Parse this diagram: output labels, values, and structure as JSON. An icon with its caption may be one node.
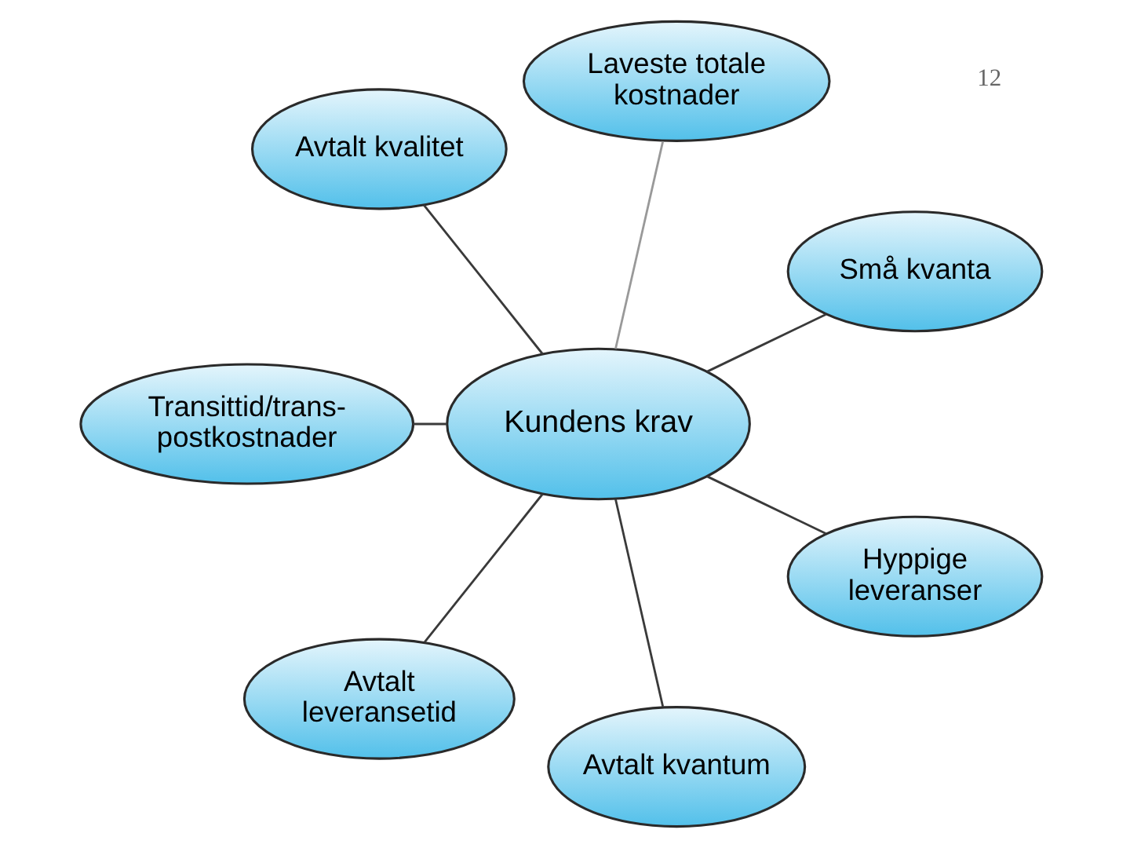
{
  "diagram": {
    "nodes": [
      {
        "text": [
          "Laveste totale kostnader"
        ]
      },
      {
        "text": [
          "Avtalt kvalitet"
        ]
      },
      {
        "text": [
          "Små kvanta"
        ]
      },
      {
        "text": [
          "Kundens krav"
        ]
      },
      {
        "text": [
          "Transittid/trans- postkostnader"
        ]
      },
      {
        "text": [
          "Hyppige leveranser"
        ]
      },
      {
        "text": [
          "Avtalt leveransetid"
        ]
      },
      {
        "text": [
          "Avtalt kvantum"
        ]
      }
    ],
    "edges": [
      {
        "from": 3,
        "to": 0,
        "arrow": "none",
        "color": "#999999"
      },
      {
        "from": 3,
        "to": 2,
        "arrow": "none"
      },
      {
        "from": 3,
        "to": 5,
        "arrow": "none"
      },
      {
        "from": 3,
        "to": 7,
        "arrow": "none"
      },
      {
        "from": 3,
        "to": 6,
        "arrow": "none"
      },
      {
        "from": 3,
        "to": 4,
        "arrow": "none"
      },
      {
        "from": 3,
        "to": 1,
        "arrow": "none"
      }
    ],
    "labels": [
      "12"
    ]
  }
}
